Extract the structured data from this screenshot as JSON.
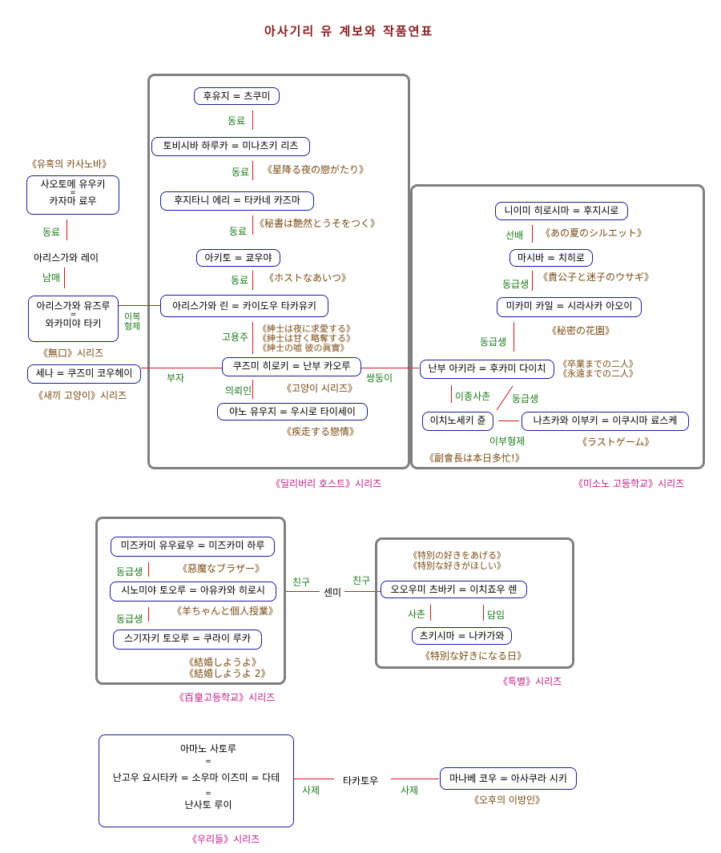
{
  "title": "아사기리 유 계보와 작품연표",
  "nodes": {
    "aoi_kasako": "후유지 = 츠쿠미",
    "tobishiba": "토비시바 하루카 = 미나츠키 리츠",
    "fujitani": "후지타니 에리 = 타카네 카즈마",
    "akito": "아키토 = 쿄우야",
    "arisugawa_rin": "아리스가와 린 = 카이도우 타카유키",
    "kuzumi": "쿠즈미 히로키 = 난부 카오루",
    "yano": "야노 유우지 = 우시로 타이세이",
    "saotome_1": "사오토메 유우키",
    "saotome_eq": "=",
    "saotome_2": "카자마 료우",
    "arisugawa_rei": "아리스가와 레이",
    "arisugawa_yuzuru_1": "아리스가와 유즈루",
    "arisugawa_yuzuru_eq": "=",
    "arisugawa_yuzuru_2": "와카미야 타키",
    "sena": "세나 = 쿠즈미 코우헤이",
    "niimi": "니이미 히로시마 = 후지시로",
    "mashiba": "마시바 = 치히로",
    "mikami": "미카미 카일 = 시라사카 아오이",
    "nanbu": "난부 아키라 = 후카미 다이치",
    "ichinose": "이치노세키 쥰",
    "natsuka": "나츠카와 이부키 = 이쿠시마 료스케",
    "mizukami": "미즈카미 유우료우 = 미즈카미 하루",
    "shinomiya": "시노미야 토오루 = 아유카와 히로시",
    "sugisaki": "스기자키 토오루 = 쿠라이 루카",
    "senmi": "센미",
    "oumi": "오오우미 츠바키 = 이치죠우 렌",
    "tsukishima": "츠키시마 = 나카가와",
    "amano": "아마노 사토루",
    "amano_eq": "=",
    "nangou": "난고우 요시타카 = 소우마 이즈미 = 다테",
    "nangou_eq": "=",
    "nansato": "난사토 루이",
    "takatou": "타카토우",
    "manabe": "마나베 코우 = 아사쿠라 시키"
  },
  "relations": {
    "r1": "동료",
    "r2": "동료",
    "r3": "동료",
    "r4": "동료",
    "r5": "고용주",
    "r6": "의뢰인",
    "r_dongryo_left": "동료",
    "r_nammae": "남매",
    "r_ibok": "이복\n형제",
    "r_ibok1": "이복",
    "r_ibok2": "형제",
    "r_buja": "부자",
    "r_ssangdung": "쌍둥이",
    "r_senbae": "선배",
    "r_donggeup1": "동급생",
    "r_donggeup2": "동급생",
    "r_ijong": "이종사촌",
    "r_donggeup3": "동급생",
    "r_ibu": "이부형제",
    "r_donggeup4": "동급생",
    "r_donggeup5": "동급생",
    "r_chingu1": "친구",
    "r_chingu2": "친구",
    "r_sachon": "사촌",
    "r_damim": "담임",
    "r_saje1": "사제",
    "r_saje2": "사제"
  },
  "works": {
    "w_yuhok": "《유혹의 카사노바》",
    "w_hoshi": "《星降る夜の戀がたり》",
    "w_hisho": "《秘書は艶然とうそをつく》",
    "w_host": "《ホストなあいつ》",
    "w_shinshi1": "《紳士は夜に求愛する》",
    "w_shinshi2": "《紳士は甘く略奪する》",
    "w_shinshi3": "《紳士の嘘 彼の眞實》",
    "w_goyangi": "《고양이 시리즈》",
    "w_shisou": "《疾走する戀情》",
    "w_mukuchi": "《無口》시리즈",
    "w_saekki": "《새끼 고양이》시리즈",
    "w_delivery": "《딜리버리 호스트》시리즈",
    "w_ano": "《あの夏のシルエット》",
    "w_kikoushi": "《貴公子と迷子のウサギ》",
    "w_himitsu": "《秘密の花園》",
    "w_sotsu1": "《卒業までの二人》",
    "w_sotsu2": "《永遠までの二人》",
    "w_last": "《ラストゲーム》",
    "w_fuku": "《副會長は本日多忙!》",
    "w_misono": "《미소노 고등학교》시리즈",
    "w_akuma": "《惡魔なブラザー》",
    "w_hitsuji": "《羊ちゃんと個人授業》",
    "w_kekkon1": "《結婚しようよ》",
    "w_kekkon2": "《結婚しようよ 2》",
    "w_hyakuo": "《百皇고등학교》시리즈",
    "w_tokubetsu1": "《特別の好きをあげる》",
    "w_tokubetsu2": "《特別な好きがほしい》",
    "w_tokubetsu3": "《特別な好きになる日》",
    "w_teukbyeol": "《특별》시리즈",
    "w_ogo": "《오후의 이방인》",
    "w_uri": "《우리들》시리즈"
  },
  "colors": {
    "node_border": "#1a1aa0",
    "group_border": "#7f7f7f",
    "line": "#d01818",
    "relation": "#1a7a1a",
    "work": "#7a4a10",
    "series": "#c0208a",
    "title": "#8b1a1a"
  }
}
